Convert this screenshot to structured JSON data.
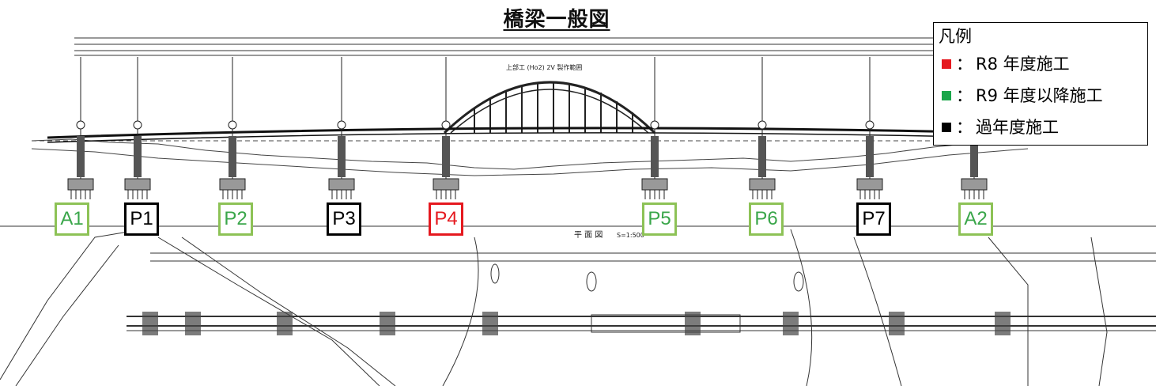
{
  "title": "橋梁一般図",
  "legend": {
    "title": "凡例",
    "items": [
      {
        "color": "#e5191f",
        "label": "R8 年度施工"
      },
      {
        "color": "#1aa64a",
        "label": "R9 年度以降施工"
      },
      {
        "color": "#000000",
        "label": "過年度施工"
      }
    ]
  },
  "piers": [
    {
      "label": "A1",
      "status": "future",
      "border": "#8dc256",
      "text": "#3aa64a"
    },
    {
      "label": "P1",
      "status": "past",
      "border": "#000000",
      "text": "#000000"
    },
    {
      "label": "P2",
      "status": "future",
      "border": "#8dc256",
      "text": "#3aa64a"
    },
    {
      "label": "P3",
      "status": "past",
      "border": "#000000",
      "text": "#000000"
    },
    {
      "label": "P4",
      "status": "r8",
      "border": "#e5191f",
      "text": "#e5191f"
    },
    {
      "label": "P5",
      "status": "future",
      "border": "#8dc256",
      "text": "#3aa64a"
    },
    {
      "label": "P6",
      "status": "future",
      "border": "#8dc256",
      "text": "#3aa64a"
    },
    {
      "label": "P7",
      "status": "past",
      "border": "#000000",
      "text": "#000000"
    },
    {
      "label": "A2",
      "status": "future",
      "border": "#8dc256",
      "text": "#3aa64a"
    }
  ],
  "drawing": {
    "plan_label": "平 面 図",
    "plan_scale": "S=1:500",
    "arch_label": "上部工 (Ho2) 2V 製作範囲"
  }
}
